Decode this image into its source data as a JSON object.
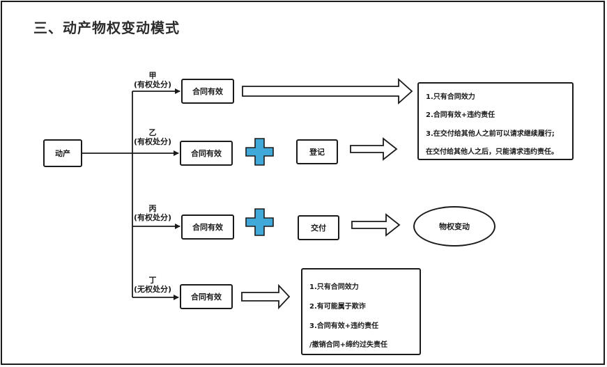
{
  "title": "三、动产物权变动模式",
  "source": {
    "label": "动产"
  },
  "branches": [
    {
      "name": "甲",
      "note": "(有权处分)",
      "contract": "合同有效"
    },
    {
      "name": "乙",
      "note": "(有权处分)",
      "contract": "合同有效",
      "addition": "登记"
    },
    {
      "name": "丙",
      "note": "(有权处分)",
      "contract": "合同有效",
      "addition": "交付"
    },
    {
      "name": "丁",
      "note": "(无权处分)",
      "contract": "合同有效"
    }
  ],
  "result_box_1": {
    "lines": [
      "1.只有合同效力",
      "2.合同有效+违约责任",
      "3.在交付给其他人之前可以请求继续履行;",
      "在交付给其他人之后，只能请求违约责任。"
    ]
  },
  "result_ellipse": {
    "label": "物权变动"
  },
  "result_box_2": {
    "lines": [
      "1.只有合同效力",
      "2.有可能属于欺诈",
      "3.合同有效+违约责任",
      "/撤销合同+缔约过失责任"
    ]
  },
  "colors": {
    "plus": "#41a9da",
    "border": "#1a1a1a"
  },
  "icons": [
    "plus-icon",
    "hollow-arrow-icon"
  ]
}
